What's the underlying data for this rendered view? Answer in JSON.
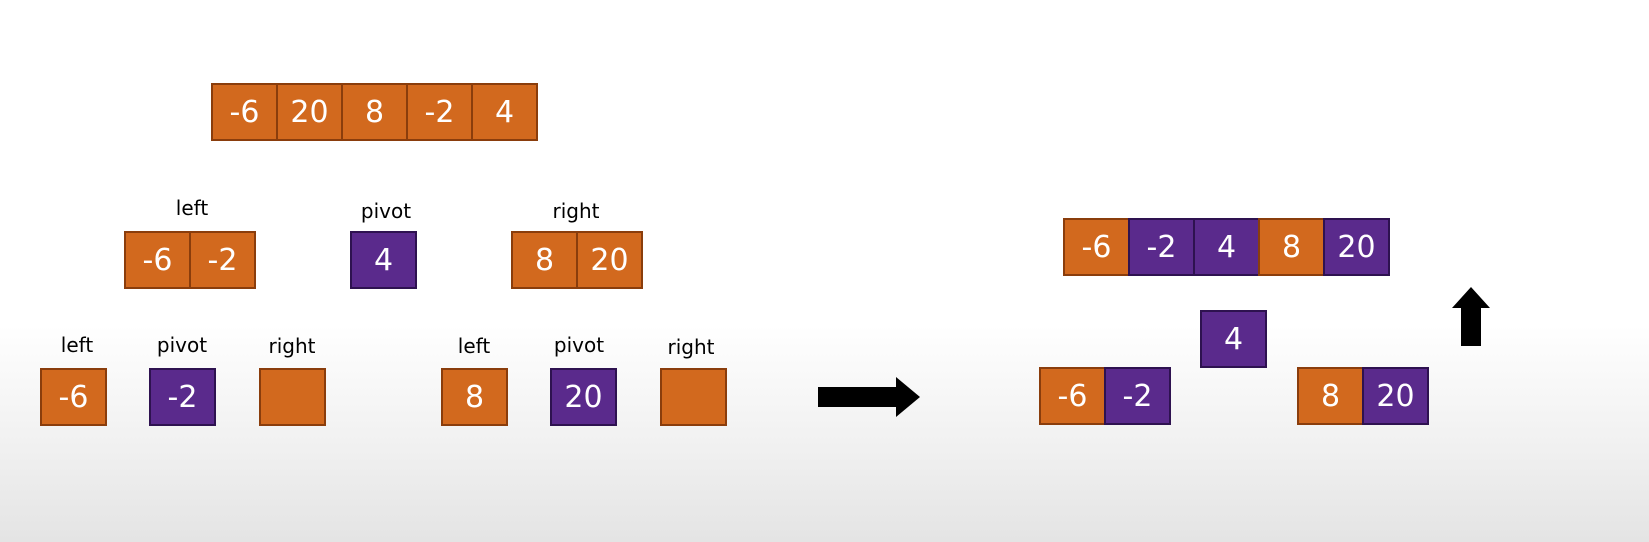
{
  "colors": {
    "orange": "#d2691e",
    "purple": "#5a2a8c",
    "arrow": "#000000"
  },
  "input_array": [
    {
      "v": "-6",
      "c": "orange"
    },
    {
      "v": "20",
      "c": "orange"
    },
    {
      "v": "8",
      "c": "orange"
    },
    {
      "v": "-2",
      "c": "orange"
    },
    {
      "v": "4",
      "c": "orange"
    }
  ],
  "level1": {
    "left": {
      "label": "left",
      "cells": [
        {
          "v": "-6",
          "c": "orange"
        },
        {
          "v": "-2",
          "c": "orange"
        }
      ]
    },
    "pivot": {
      "label": "pivot",
      "cells": [
        {
          "v": "4",
          "c": "purple"
        }
      ]
    },
    "right": {
      "label": "right",
      "cells": [
        {
          "v": "8",
          "c": "orange"
        },
        {
          "v": "20",
          "c": "orange"
        }
      ]
    }
  },
  "level2a": {
    "left": {
      "label": "left",
      "cells": [
        {
          "v": "-6",
          "c": "orange"
        }
      ]
    },
    "pivot": {
      "label": "pivot",
      "cells": [
        {
          "v": "-2",
          "c": "purple"
        }
      ]
    },
    "right": {
      "label": "right",
      "cells": [
        {
          "v": "",
          "c": "orange"
        }
      ]
    }
  },
  "level2b": {
    "left": {
      "label": "left",
      "cells": [
        {
          "v": "8",
          "c": "orange"
        }
      ]
    },
    "pivot": {
      "label": "pivot",
      "cells": [
        {
          "v": "20",
          "c": "purple"
        }
      ]
    },
    "right": {
      "label": "right",
      "cells": [
        {
          "v": "",
          "c": "orange"
        }
      ]
    }
  },
  "result": {
    "merged_left": [
      {
        "v": "-6",
        "c": "orange"
      },
      {
        "v": "-2",
        "c": "purple"
      }
    ],
    "pivot": [
      {
        "v": "4",
        "c": "purple"
      }
    ],
    "merged_right": [
      {
        "v": "8",
        "c": "orange"
      },
      {
        "v": "20",
        "c": "purple"
      }
    ],
    "sorted_array": [
      {
        "v": "-6",
        "c": "orange"
      },
      {
        "v": "-2",
        "c": "purple"
      },
      {
        "v": "4",
        "c": "purple"
      },
      {
        "v": "8",
        "c": "orange"
      },
      {
        "v": "20",
        "c": "purple"
      }
    ]
  },
  "icons": {
    "right_arrow": "right-arrow-icon",
    "up_arrow": "up-arrow-icon"
  }
}
